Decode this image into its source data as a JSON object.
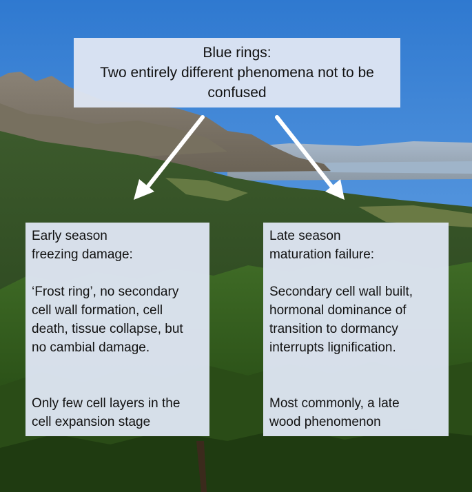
{
  "title": {
    "lines": [
      "Blue rings:",
      "Two entirely different phenomena not to be",
      "confused"
    ]
  },
  "left_box": {
    "heading": [
      "Early season",
      "freezing damage:"
    ],
    "description": [
      "‘Frost ring’, no secondary",
      "cell wall formation, cell",
      "death, tissue collapse, but",
      "no cambial damage."
    ],
    "note": [
      "Only few cell layers in the",
      "cell expansion stage"
    ]
  },
  "right_box": {
    "heading": [
      "Late season",
      "maturation failure:"
    ],
    "description": [
      "Secondary cell wall built,",
      "hormonal dominance of",
      "transition to dormancy",
      "interrupts lignification."
    ],
    "note": [
      "Most commonly, a late",
      "wood phenomenon"
    ]
  },
  "colors": {
    "box_fill": "#dee5f3",
    "arrow": "#ffffff",
    "sky": "#3f86d6",
    "forest": "#2c4a1e"
  }
}
